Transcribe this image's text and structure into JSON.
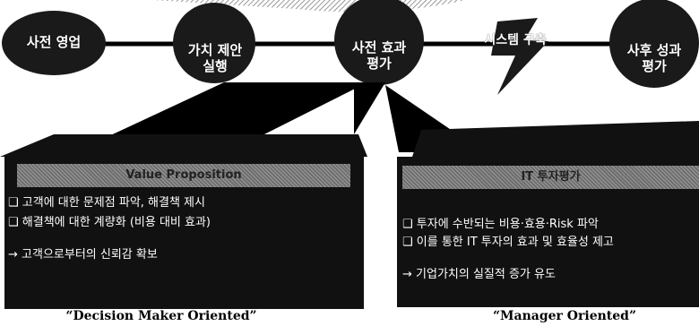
{
  "stages": [
    {
      "label": "사전 영업"
    },
    {
      "label": "가치 제안\n실행"
    },
    {
      "label": "사전 효과\n평가"
    },
    {
      "label": "사후 성과\n평가"
    }
  ],
  "arrow_label": "시스템 구축",
  "left_box": {
    "header": "Value Proposition",
    "items": [
      "❑ 고객에 대한 문제점 파악, 해결책 제시",
      "❑ 해결책에 대한 계량화 (비용 대비 효과)"
    ],
    "conclusion": "→ 고객으로부터의 신뢰감 확보",
    "caption": "“Decision Maker Oriented”"
  },
  "right_box": {
    "header": "IT 투자평가",
    "items": [
      "❑ 투자에 수반되는 비용·효용·Risk 파악",
      "❑ 이를 통한 IT 투자의 효과 및 효율성 제고"
    ],
    "conclusion": "→ 기업가치의 실질적 증가 유도",
    "caption": "“Manager Oriented”"
  },
  "colors": {
    "box": "#111111",
    "header": "#8a8a8a",
    "circle": "#1a1a1a",
    "bolt": "#1a1a1a"
  }
}
